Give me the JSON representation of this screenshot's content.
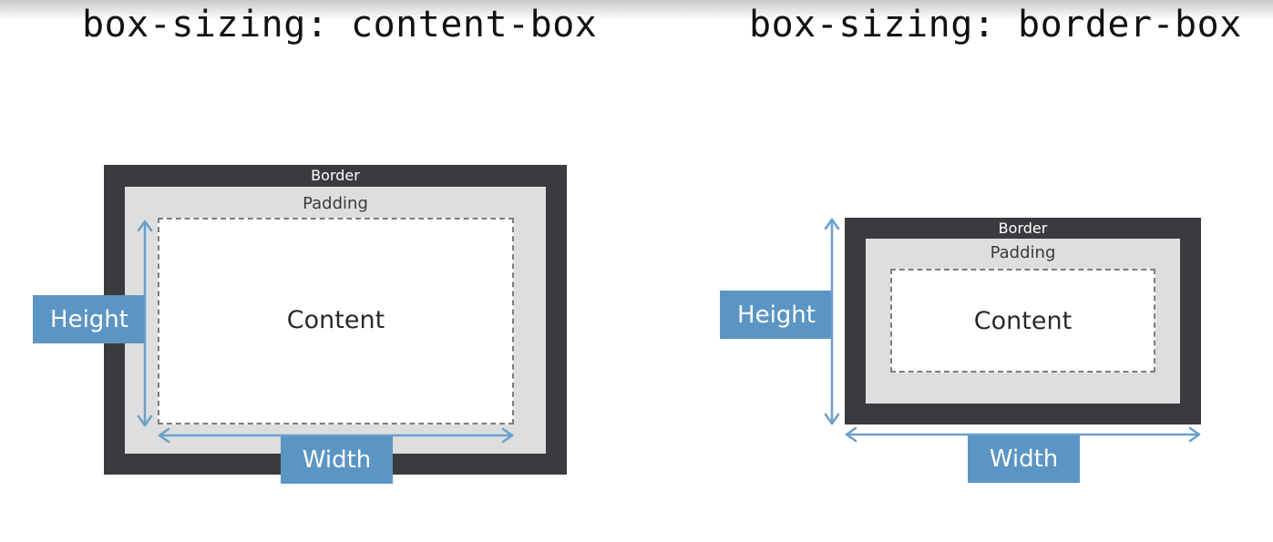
{
  "left": {
    "title": "box-sizing: content-box",
    "border_label": "Border",
    "padding_label": "Padding",
    "content_label": "Content",
    "height_label": "Height",
    "width_label": "Width"
  },
  "right": {
    "title": "box-sizing: border-box",
    "border_label": "Border",
    "padding_label": "Padding",
    "content_label": "Content",
    "height_label": "Height",
    "width_label": "Width"
  },
  "colors": {
    "border": "#3a3b3e",
    "padding": "#dedede",
    "content": "#ffffff",
    "tag": "#5b95c4",
    "arrow": "#6a9fcb"
  }
}
